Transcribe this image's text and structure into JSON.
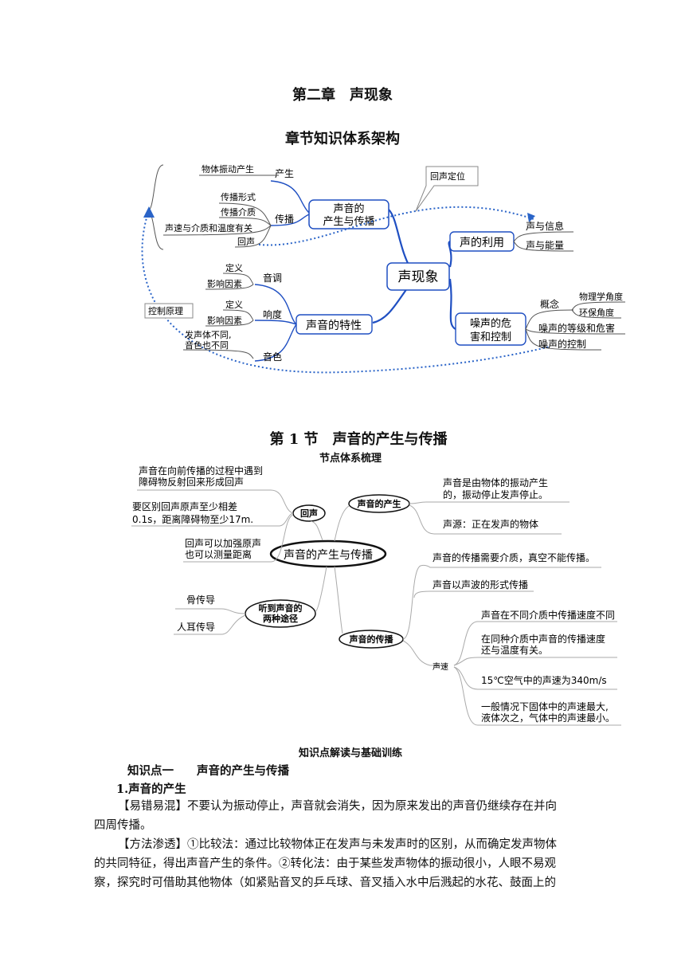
{
  "chapter_title": "第二章　声现象",
  "section_heading": "章节知识体系架构",
  "map1": {
    "center": "声现象",
    "branch_produce_propagate": "声音的",
    "branch_produce_propagate_2": "产生与传播",
    "produce": "产生",
    "produce_leaf": "物体振动产生",
    "propagate": "传播",
    "propagate_leaves": [
      "传播形式",
      "传播介质",
      "声速与介质和温度有关",
      "回声"
    ],
    "echo_locate": "回声定位",
    "use": "声的利用",
    "use_leaves": [
      "声与信息",
      "声与能量"
    ],
    "characteristics": "声音的特性",
    "pitch": "音调",
    "pitch_leaves": [
      "定义",
      "影响因素"
    ],
    "loudness": "响度",
    "loudness_leaves": [
      "定义",
      "影响因素"
    ],
    "timbre": "音色",
    "timbre_leaf_1": "发声体不同,",
    "timbre_leaf_2": "音色也不同",
    "control_principle": "控制原理",
    "noise_1": "噪声的危",
    "noise_2": "害和控制",
    "concept": "概念",
    "concept_leaves": [
      "物理学角度",
      "环保角度"
    ],
    "noise_leaves": [
      "噪声的等级和危害",
      "噪声的控制"
    ]
  },
  "section1_title": "第 1 节　声音的产生与传播",
  "section1_sub": "节点体系梳理",
  "map2": {
    "center": "声音的产生与传播",
    "echo": "回声",
    "echo_leaves": [
      [
        "声音在向前传播的过程中遇到",
        "障碍物反射回来形成回声"
      ],
      [
        "要区别回声原声至少相差",
        "0.1s，距离障碍物至少17m."
      ],
      [
        "回声可以加强原声",
        "也可以测量距离"
      ]
    ],
    "produce": "声音的产生",
    "produce_leaves": [
      [
        "声音是由物体的振动产生",
        "的，振动停止发声停止。"
      ],
      [
        "声源：正在发声的物体"
      ]
    ],
    "ways_1": "听到声音的",
    "ways_2": "两种途径",
    "ways_leaves": [
      "骨传导",
      "人耳传导"
    ],
    "propagation": "声音的传播",
    "propagation_leaves": [
      "声音的传播需要介质，真空不能传播。",
      "声音以声波的形式传播"
    ],
    "speed": "声速",
    "speed_leaves": [
      [
        "声音在不同介质中传播速度不同"
      ],
      [
        "在同种介质中声音的传播速度",
        "还与温度有关。"
      ],
      [
        "15℃空气中的声速为340m/s"
      ],
      [
        "一般情况下固体中的声速最大,",
        "液体次之，气体中的声速最小。"
      ]
    ]
  },
  "knowledge_title": "知识点解读与基础训练",
  "knowledge_point": "知识点一　　声音的产生与传播",
  "sub_point": "1.声音的产生",
  "para1_tag": "【易错易混】",
  "para1_line1": "不要认为振动停止，声音就会消失，因为原来发出的声音仍继续存在并向",
  "para1_line2": "四周传播。",
  "para2_tag": "【方法渗透】",
  "para2_line1": "①比较法：通过比较物体正在发声与未发声时的区别，从而确定发声物体",
  "para2_line2": "的共同特征，得出声音产生的条件。②转化法：由于某些发声物体的振动很小，人眼不易观",
  "para2_line3": "察，探究时可借助其他物体（如紧贴音叉的乒乓球、音叉插入水中后溅起的水花、鼓面上的",
  "colors": {
    "map_blue": "#1f4fc2",
    "gray_line": "#888888",
    "dot_blue": "#2a64c8"
  }
}
